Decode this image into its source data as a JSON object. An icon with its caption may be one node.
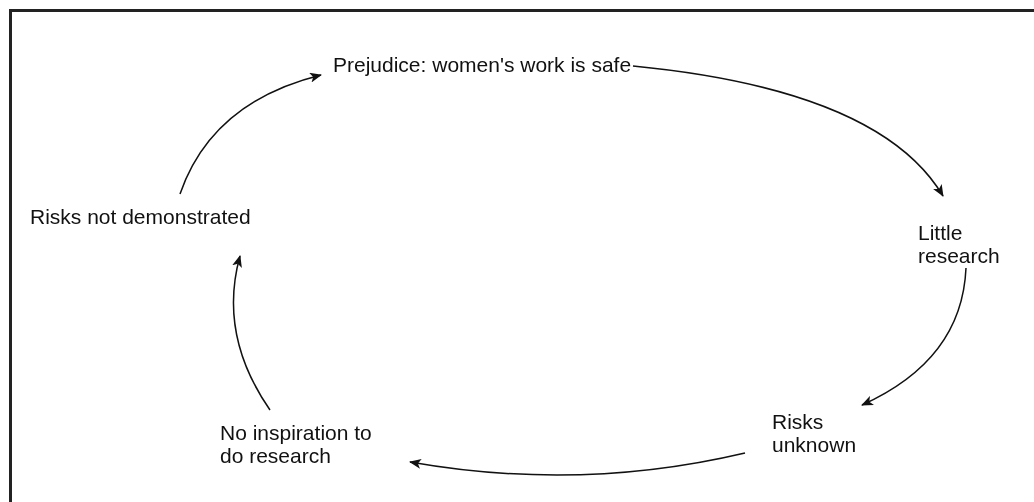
{
  "diagram": {
    "nodes": [
      {
        "text": [
          "Prejudice: women's work is safe"
        ]
      },
      {
        "text": [
          "Little research"
        ]
      },
      {
        "text": [
          "Risks unknown"
        ]
      },
      {
        "text": [
          "No inspiration to do research"
        ]
      },
      {
        "text": [
          "Risks not demonstrated"
        ]
      }
    ],
    "edges": [
      {
        "from": 0,
        "to": 1,
        "arrow": "to"
      },
      {
        "from": 1,
        "to": 2,
        "arrow": "to"
      },
      {
        "from": 2,
        "to": 3,
        "arrow": "to"
      },
      {
        "from": 3,
        "to": 4,
        "arrow": "to"
      },
      {
        "from": 4,
        "to": 0,
        "arrow": "to"
      }
    ]
  }
}
